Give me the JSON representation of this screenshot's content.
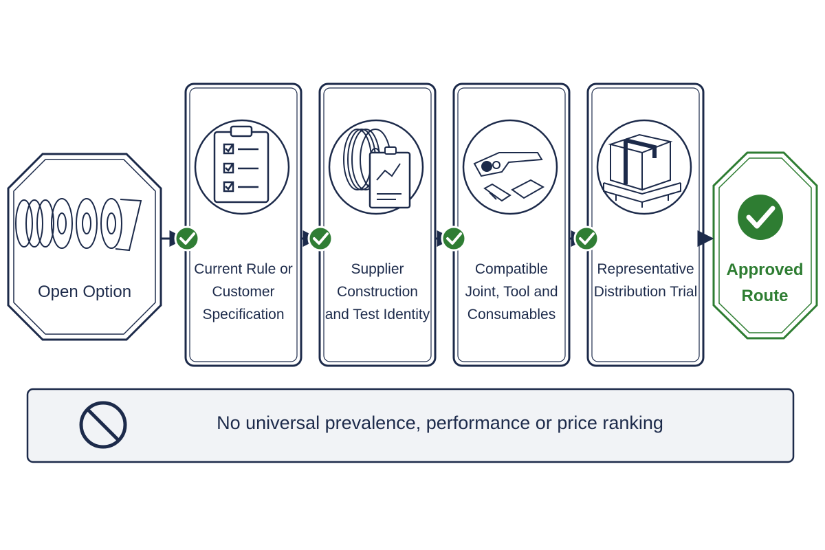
{
  "start": {
    "label": "Open Option",
    "icon": "tape-rolls-icon"
  },
  "steps": [
    {
      "label": "Current Rule or Customer Specification",
      "icon": "clipboard-checklist-icon"
    },
    {
      "label": "Supplier Construction and Test Identity",
      "icon": "strap-coil-datasheet-icon"
    },
    {
      "label": "Compatible Joint, Tool and Consumables",
      "icon": "strapping-tool-icon"
    },
    {
      "label": "Representative Distribution Trial",
      "icon": "pallet-box-icon"
    }
  ],
  "end": {
    "label": "Approved Route",
    "icon": "check-circle-icon"
  },
  "note": {
    "text": "No universal prevalence, performance or price ranking",
    "icon": "prohibited-icon"
  },
  "colors": {
    "navy": "#1c2a4a",
    "green": "#2e7d32",
    "check_green": "#2f7d34",
    "note_bg": "#f1f3f6"
  }
}
